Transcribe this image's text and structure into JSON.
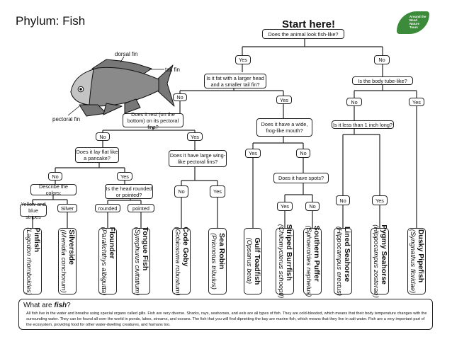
{
  "title": "Phylum: Fish",
  "start": "Start here!",
  "logo": {
    "text": "Around the Bend Nature Tours"
  },
  "fish_labels": {
    "dorsal": "dorsal fin",
    "tail": "tail fin",
    "pectoral": "pectoral fin"
  },
  "questions": {
    "q_fishlike": "Does the animal look fish-like?",
    "q_fat": "Is it fat with a larger head and a smaller tail fin?",
    "q_body_tube": "Is the body tube-like?",
    "q_rest": "Does it rest (on the bottom) on its pectoral fins?",
    "q_wide_mouth": "Does it have a wide, frog-like mouth?",
    "q_inch": "Is it less than 1 inch long?",
    "q_flat": "Does it lay flat like a pancake?",
    "q_wing": "Does it have large wing-like pectoral fins?",
    "q_spots": "Does it have spots?",
    "q_colors": "Describe the colors:",
    "q_head": "Is the head rounded or pointed?"
  },
  "answers": {
    "yes": "Yes",
    "no": "No",
    "yellow_blue": "Yellow and blue stripes",
    "silver": "Silver",
    "rounded": "rounded",
    "pointed": "pointed"
  },
  "leaves": [
    {
      "name": "Pinfish",
      "sci": "(Lagodon rhomboides)"
    },
    {
      "name": "Silverside",
      "sci": "(Menidia conchorum)"
    },
    {
      "name": "Flounder",
      "sci": "(Paralichthys albigutta)"
    },
    {
      "name": "Tongue Fish",
      "sci": "(Symphurus civitatium)"
    },
    {
      "name": "Code Goby",
      "sci": "(Gobiosoma robustum)"
    },
    {
      "name": "Sea Robin",
      "sci": "(Prionotus tribulus)"
    },
    {
      "name": "Gulf Toadfish",
      "sci": "(Opsanus beta)"
    },
    {
      "name": "Striped Burrfish",
      "sci": "(Chilomycterus schoepfi)"
    },
    {
      "name": "Southern Puffer",
      "sci": "(Sphoeroides nephelus)"
    },
    {
      "name": "Lined Seahorse",
      "sci": "(Hippocampus erectus)"
    },
    {
      "name": "Pygmy Seahorse",
      "sci": "(Hippocampus zosterae)"
    },
    {
      "name": "Dusky Pipefish",
      "sci": "(Syngnathus floridae)"
    }
  ],
  "info": {
    "heading_prefix": "What are ",
    "heading_em": "fish",
    "heading_suffix": "?",
    "body": "All fish live in the water and breathe using special organs called gills. Fish are very diverse. Sharks, rays, seahorses, and eels are all types of fish. They are cold-blooded, which means that their body temperature changes with the surrounding water. They can be found all over the world in ponds, lakes, streams, and oceans. The fish that you will find dipnetting the bay are marine fish, which means that they live in salt water. Fish are a very important part of the ecosystem, providing food for other water-dwelling creatures, and humans too."
  },
  "colors": {
    "logo_green": "#3c8b3a",
    "fish_body": "#8a8a8a",
    "fish_head": "#c4c4c4"
  }
}
